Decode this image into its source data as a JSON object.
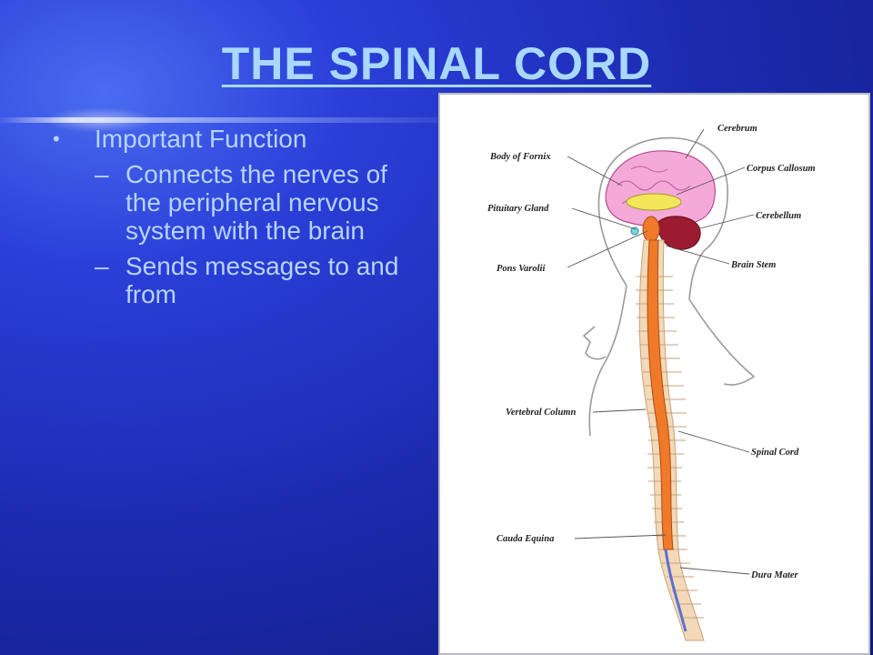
{
  "slide": {
    "title": "THE SPINAL CORD",
    "bullet": "Important Function",
    "subbullets": [
      "Connects the nerves of the peripheral nervous system with the brain",
      "Sends messages to and from"
    ],
    "bullet_symbol": "•",
    "dash_symbol": "–"
  },
  "diagram": {
    "labels": {
      "cerebrum": "Cerebrum",
      "body_of_fornix": "Body of Fornix",
      "corpus_callosum": "Corpus Callosum",
      "pituitary_gland": "Pituitary Gland",
      "cerebellum": "Cerebellum",
      "pons_varolii": "Pons Varolii",
      "brain_stem": "Brain Stem",
      "vertebral_column": "Vertebral Column",
      "spinal_cord": "Spinal Cord",
      "cauda_equina": "Cauda Equina",
      "dura_mater": "Dura Mater"
    }
  }
}
